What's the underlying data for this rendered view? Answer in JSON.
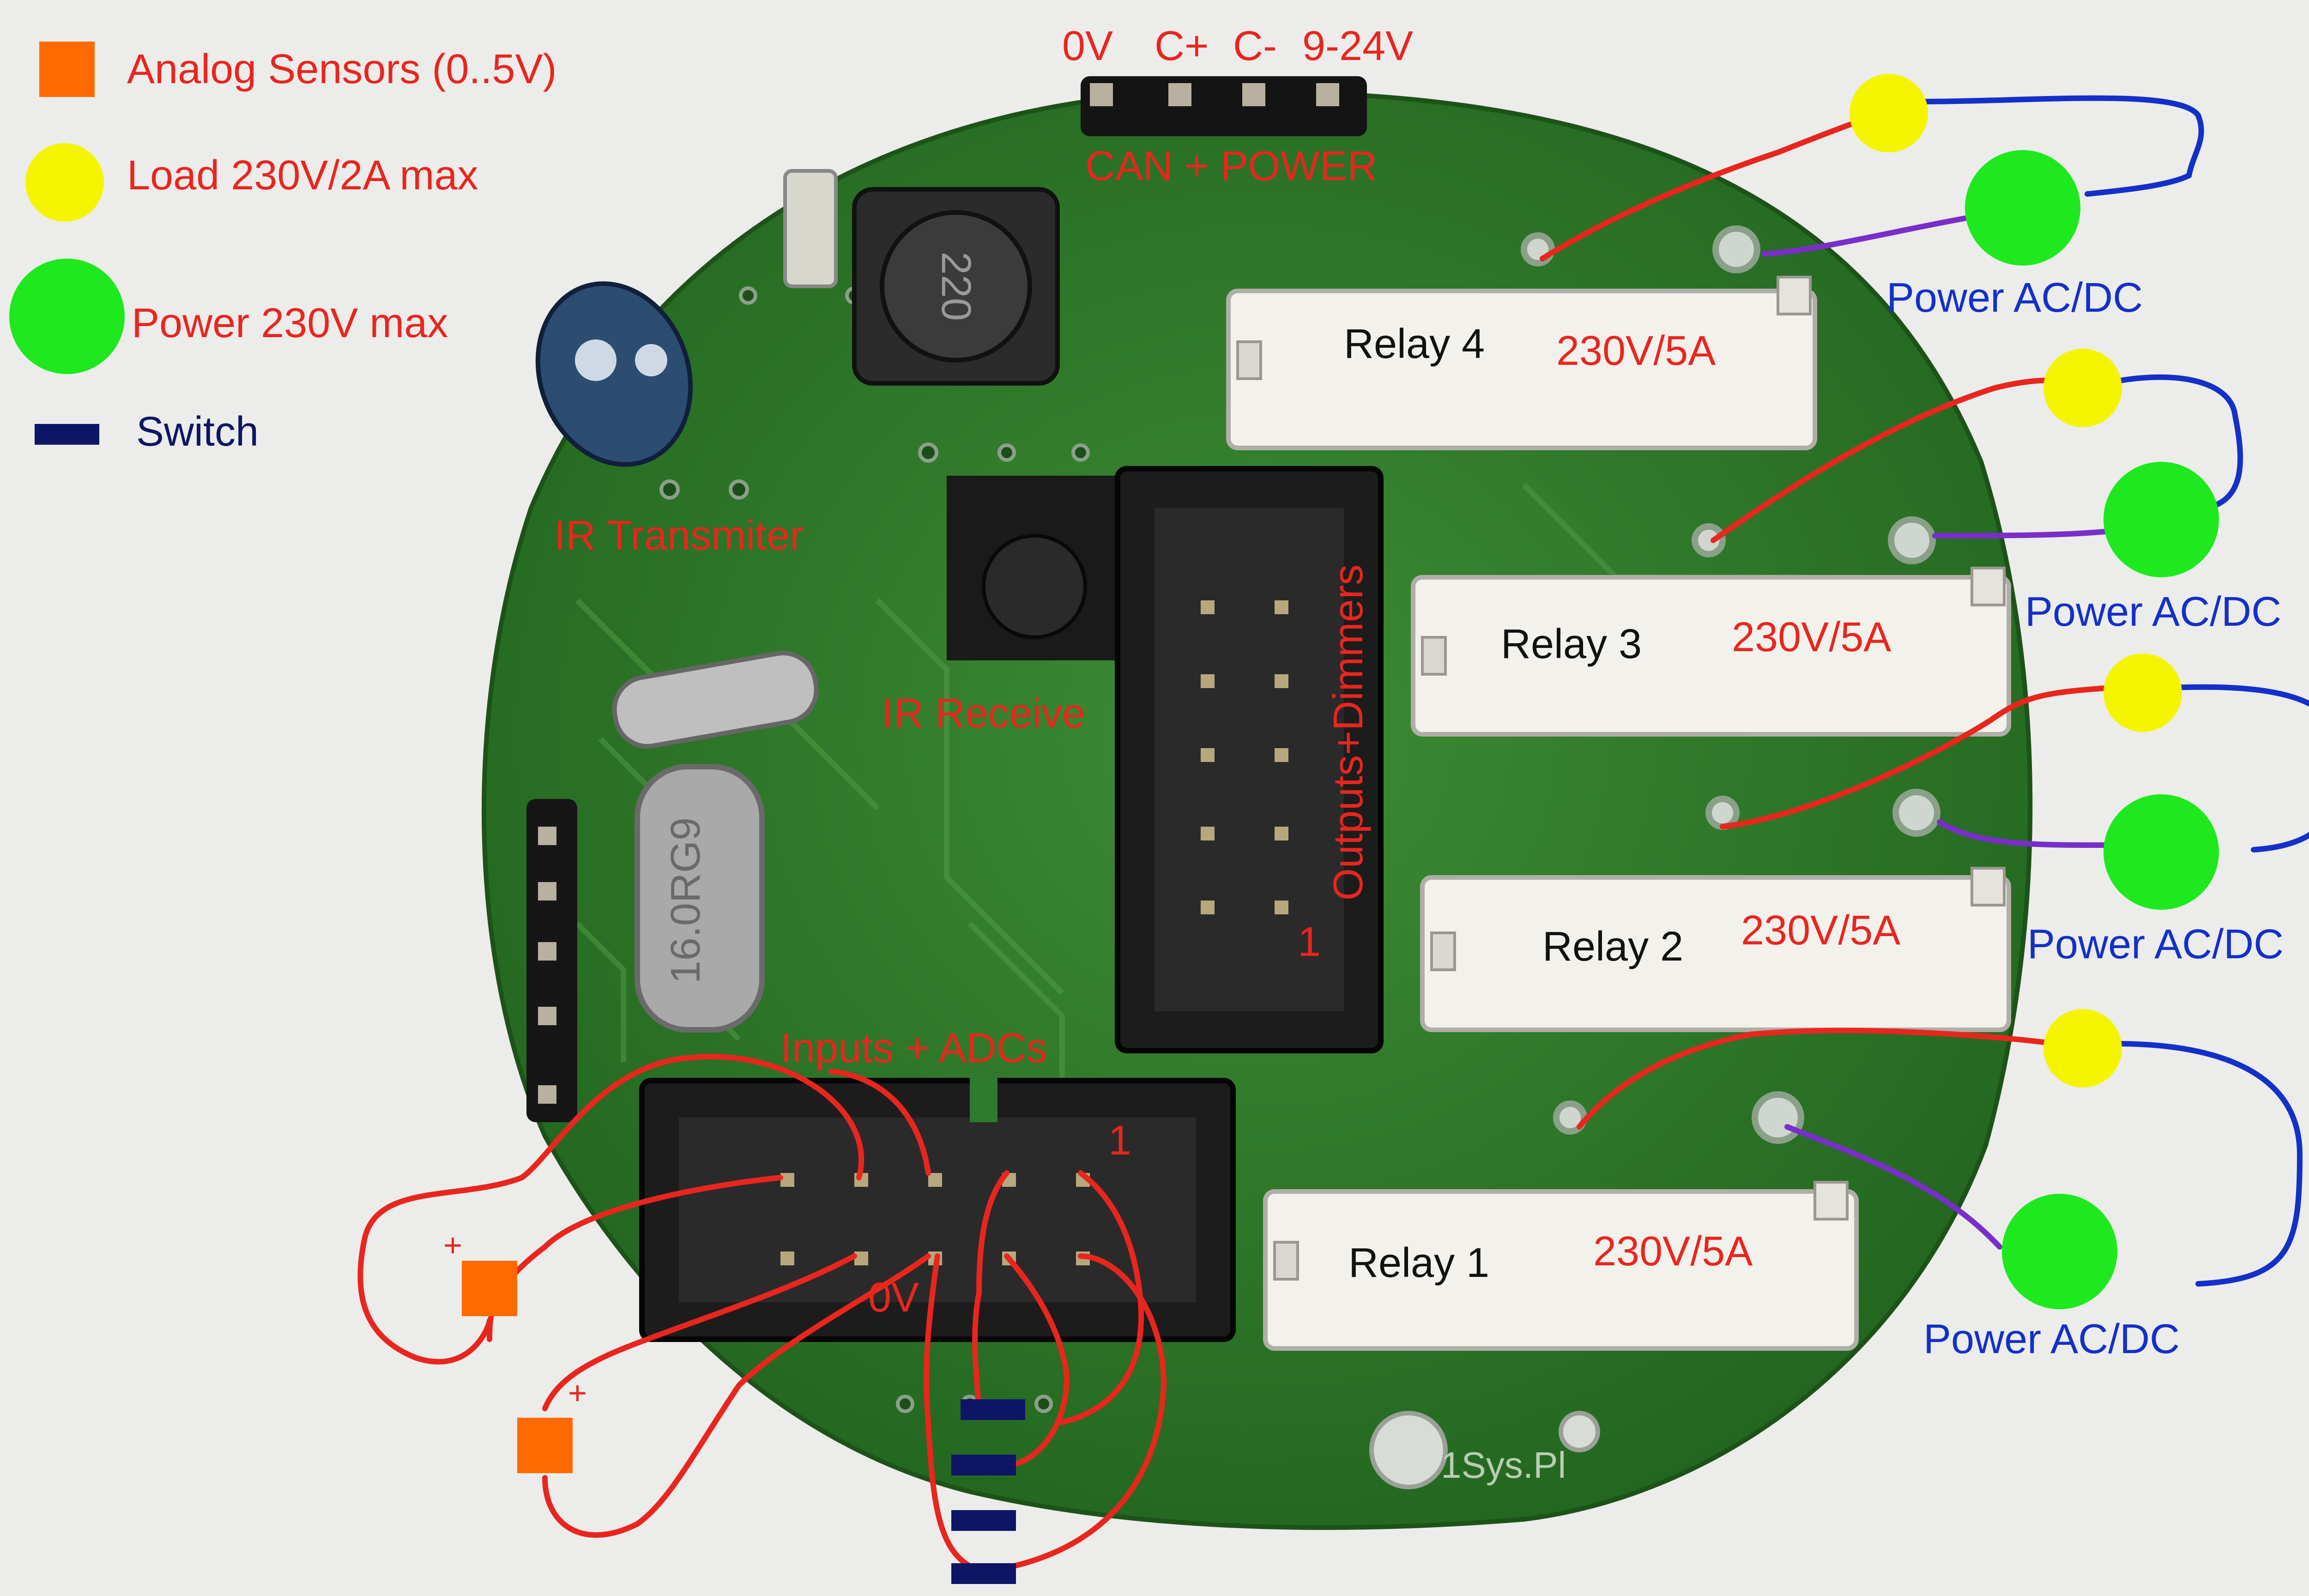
{
  "legend": {
    "analog": "Analog Sensors (0..5V)",
    "load": "Load 230V/2A max",
    "power": "Power 230V max",
    "switch": "Switch"
  },
  "connector_top": {
    "pins": [
      "0V",
      "C+",
      "C-",
      "9-24V"
    ],
    "title": "CAN + POWER"
  },
  "labels": {
    "ir_transmitter": "IR Transmiter",
    "ir_receive": "IR Receive",
    "outputs": "Outputs+Dimmers",
    "outputs_pin1": "1",
    "inputs": "Inputs + ADCs",
    "inputs_pin1": "1",
    "zero_v": "0V",
    "plus_a": "+",
    "plus_b": "+"
  },
  "components": {
    "inductor": "220",
    "crystal": "16.0RG9",
    "silk": "1Sys.Pl"
  },
  "relays": [
    {
      "name": "Relay 4",
      "rating": "230V/5A",
      "power": "Power AC/DC"
    },
    {
      "name": "Relay 3",
      "rating": "230V/5A",
      "power": "Power AC/DC"
    },
    {
      "name": "Relay 2",
      "rating": "230V/5A",
      "power": "Power AC/DC"
    },
    {
      "name": "Relay 1",
      "rating": "230V/5A",
      "power": "Power AC/DC"
    }
  ],
  "colors": {
    "board": "#2f7a2c",
    "label_red": "#e8261e",
    "label_blue": "#1330c8",
    "load_yellow": "#f5f500",
    "power_green": "#1ee81e",
    "sensor_orange": "#ff6a00",
    "switch_navy": "#0d1566"
  }
}
